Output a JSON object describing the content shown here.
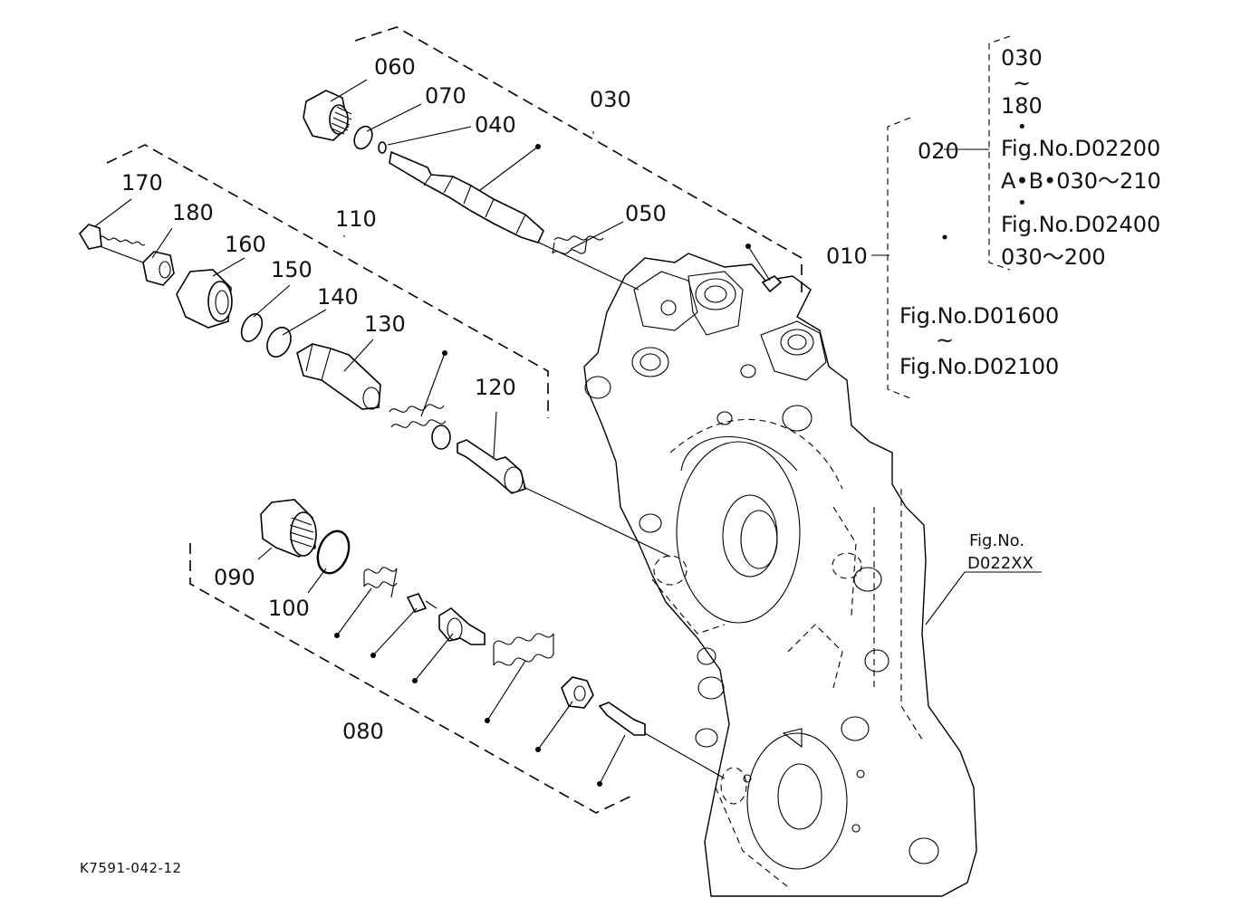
{
  "parts": {
    "p060": "060",
    "p070": "070",
    "p040": "040",
    "p030": "030",
    "p050": "050",
    "p170": "170",
    "p180": "180",
    "p110": "110",
    "p160": "160",
    "p150": "150",
    "p140": "140",
    "p130": "130",
    "p120": "120",
    "p090": "090",
    "p100": "100",
    "p080": "080",
    "p010": "010",
    "p020": "020"
  },
  "legend": {
    "range_start": "030",
    "tilde": "~",
    "range_end": "180",
    "bullet": "•",
    "fig_d02200": "Fig.No.D02200",
    "ab_range": "A•B•030～210",
    "fig_d02400": "Fig.No.D02400",
    "range_030_200": "030～200",
    "fig_d01600": "Fig.No.D01600",
    "fig_d02100": "Fig.No.D02100"
  },
  "callout": {
    "fig_no": "Fig.No.",
    "code": "D022XX"
  },
  "footer": {
    "diagram_code": "K7591-042-12"
  }
}
